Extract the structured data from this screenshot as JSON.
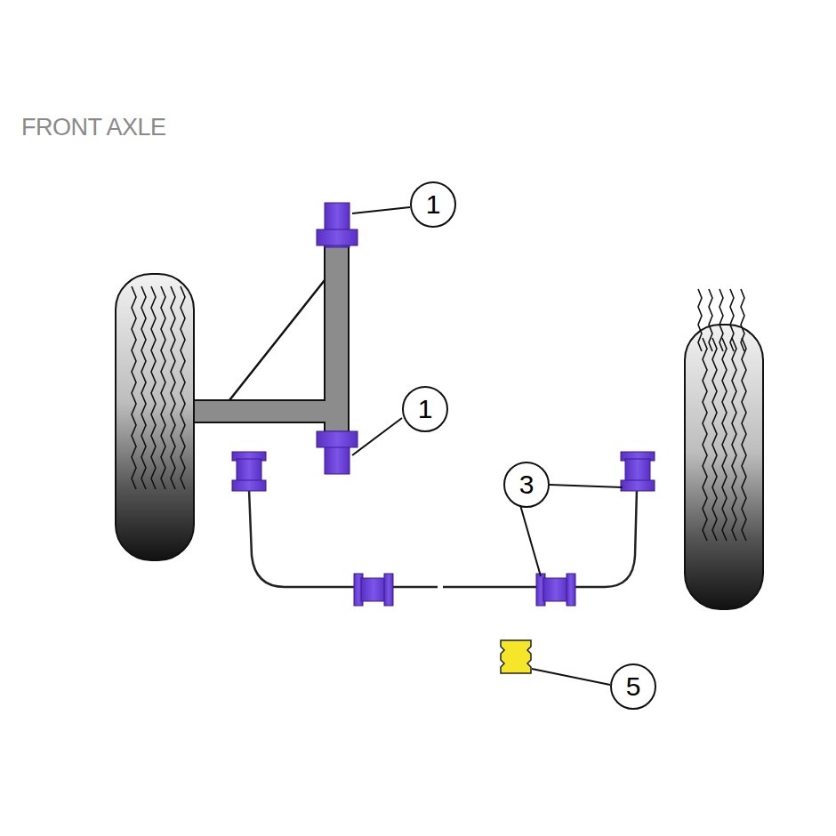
{
  "diagram": {
    "title": "FRONT AXLE",
    "nodes": [
      {
        "text": [
          "1"
        ]
      },
      {
        "text": [
          "1"
        ]
      },
      {
        "text": [
          "3"
        ]
      },
      {
        "text": [
          "5"
        ]
      }
    ]
  }
}
